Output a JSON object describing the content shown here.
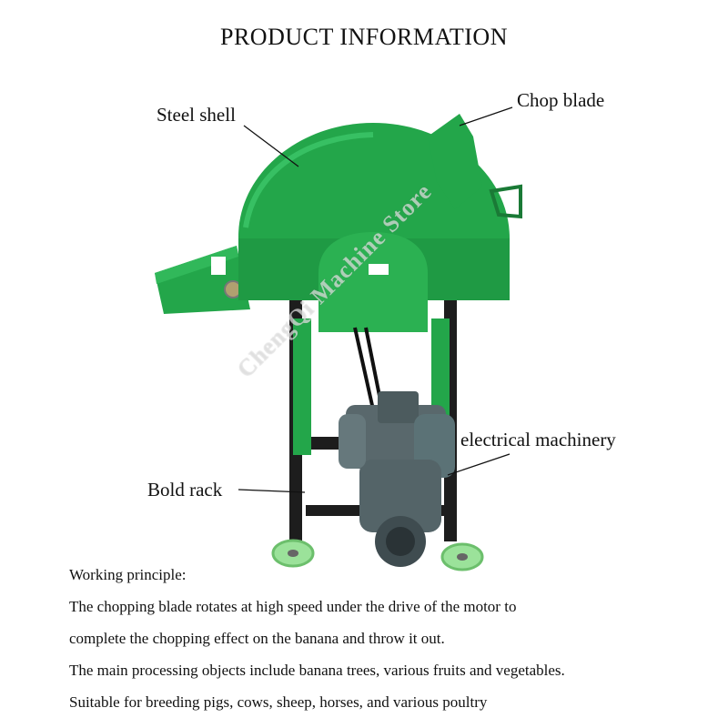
{
  "header": {
    "title": "PRODUCT INFORMATION"
  },
  "callouts": {
    "steel_shell": "Steel shell",
    "chop_blade": "Chop blade",
    "electrical_machinery": "electrical machinery",
    "bold_rack": "Bold rack"
  },
  "watermark": "ChengQi Machine Store",
  "colors": {
    "machine_green": "#23a64a",
    "machine_green_dark": "#168a37",
    "motor_gray": "#5b6f72",
    "rack_black": "#222222",
    "wheel_green": "#9be29a"
  },
  "description": {
    "heading": "Working principle:",
    "lines": [
      "The chopping blade rotates at high speed under the drive of the motor to",
      "complete the chopping effect on the banana and throw it out.",
      "The main processing objects include banana trees, various fruits and vegetables.",
      "Suitable for breeding pigs, cows, sheep, horses, and various poultry"
    ]
  }
}
